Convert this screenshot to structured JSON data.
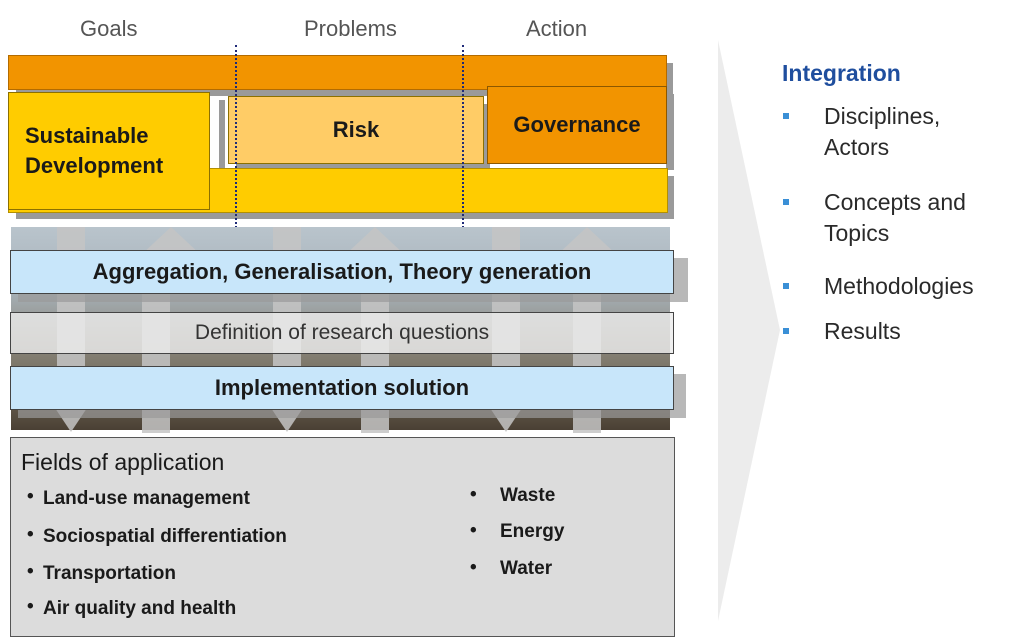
{
  "columns": {
    "goals": "Goals",
    "problems": "Problems",
    "action": "Action"
  },
  "boxes": {
    "sd_line1": "Sustainable",
    "sd_line2": "Development",
    "risk": "Risk",
    "governance": "Governance"
  },
  "bars": {
    "aggregation": "Aggregation, Generalisation, Theory generation",
    "definition": "Definition of research questions",
    "implementation": "Implementation solution"
  },
  "fields": {
    "title": "Fields of application",
    "left_items": [
      "Land-use management",
      "Sociospatial differentiation",
      "Transportation",
      "Air quality and health"
    ],
    "right_items": [
      "Waste",
      "Energy",
      "Water"
    ],
    "bullet": "•"
  },
  "integration": {
    "title": "Integration",
    "items": [
      "Disciplines,",
      "Actors",
      "Concepts and",
      "Topics",
      "Methodologies",
      "Results"
    ]
  },
  "colors": {
    "orange": "#f29400",
    "yellow": "#ffcc00",
    "light_yellow": "#ffcc66",
    "light_blue": "#c8e6fa",
    "integration_blue": "#1f4e9e",
    "bullet_blue": "#3a8fd6"
  }
}
